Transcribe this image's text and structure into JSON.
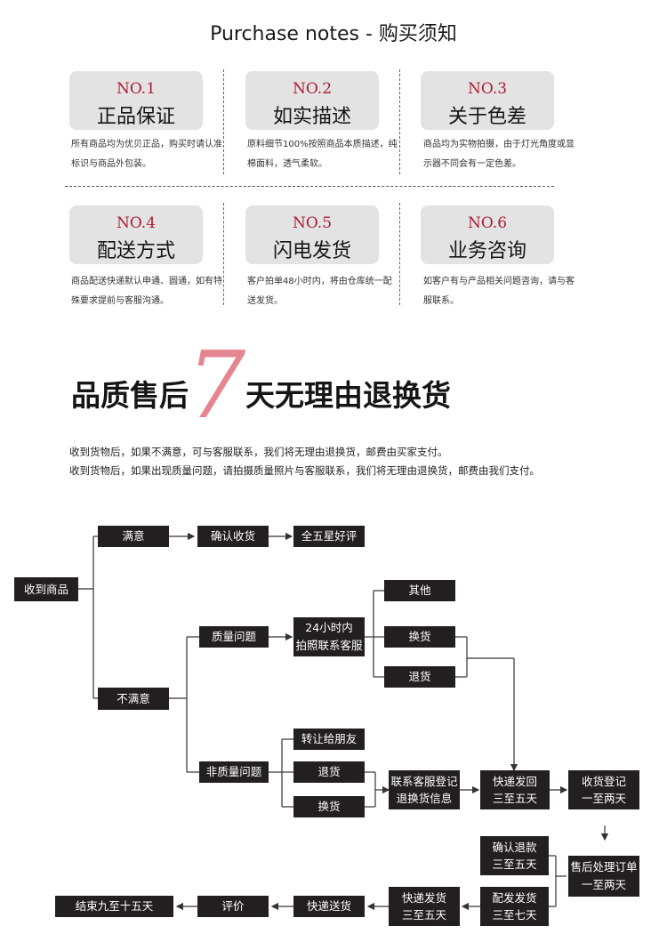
{
  "header": {
    "title": "Purchase notes -  购买须知"
  },
  "notes": [
    {
      "no": "NO.1",
      "name": "正品保证",
      "desc": "所有商品均为优贝正品，购买时请认准标识与商品外包装。"
    },
    {
      "no": "NO.2",
      "name": "如实描述",
      "desc": "原料细节100%按照商品本质描述，纯棉面料，透气柔软。"
    },
    {
      "no": "NO.3",
      "name": "关于色差",
      "desc": "商品均为实物拍摄，由于灯光角度或显示器不同会有一定色差。"
    },
    {
      "no": "NO.4",
      "name": "配送方式",
      "desc": "商品配送快递默认申通、圆通，如有特殊要求提前与客服沟通。"
    },
    {
      "no": "NO.5",
      "name": "闪电发货",
      "desc": "客户拍单48小时内，将由仓库统一配送发货。"
    },
    {
      "no": "NO.6",
      "name": "业务咨询",
      "desc": "如客户有与产品相关问题咨询，请与客服联系。"
    }
  ],
  "guarantee": {
    "left": "品质售后",
    "number": "7",
    "right": "天无理由退换货",
    "line1": "收到货物后，如果不满意，可与客服联系，我们将无理由退换货，邮费由买家支付。",
    "line2": "收到货物后，如果出现质量问题，请拍摄质量照片与客服联系，我们将无理由退换货，邮费由我们支付。"
  },
  "flow": {
    "received": "收到商品",
    "satisfied": "满意",
    "confirm": "确认收货",
    "five_star": "全五星好评",
    "unsatisfied": "不满意",
    "quality": "质量问题",
    "contact24_1": "24小时内",
    "contact24_2": "拍照联系客服",
    "other": "其他",
    "exchange": "换货",
    "return": "退货",
    "non_quality": "非质量问题",
    "transfer": "转让给朋友",
    "return2": "退货",
    "exchange2": "换货",
    "register_1": "联系客服登记",
    "register_2": "退换货信息",
    "ship_back_1": "快递发回",
    "ship_back_2": "三至五天",
    "receive_reg_1": "收货登记",
    "receive_reg_2": "一至两天",
    "after_sale_1": "售后处理订单",
    "after_sale_2": "一至两天",
    "refund_1": "确认退款",
    "refund_2": "三至五天",
    "dispatch_1": "配发发货",
    "dispatch_2": "三至七天",
    "express_1": "快递发货",
    "express_2": "三至五天",
    "delivery": "快递送货",
    "review": "评价",
    "end": "结束九至十五天"
  }
}
